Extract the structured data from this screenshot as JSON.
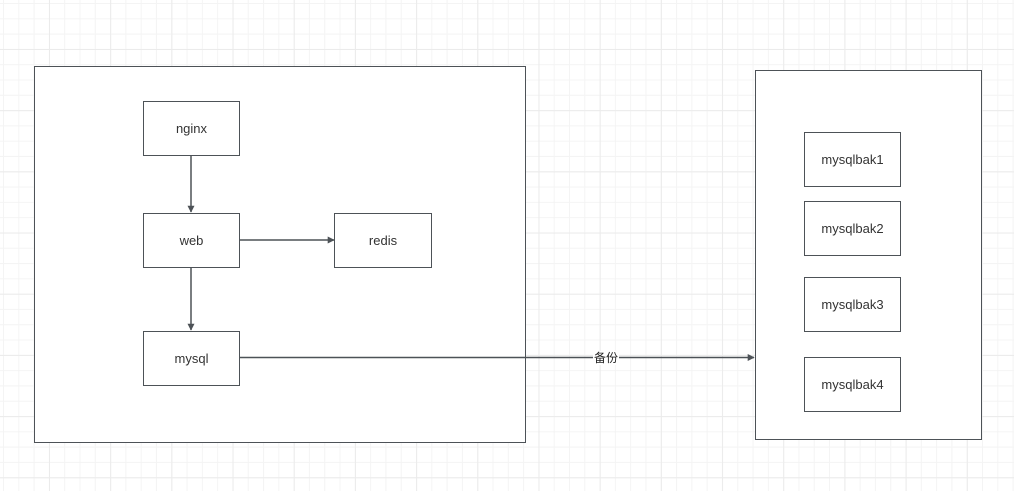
{
  "diagram": {
    "stroke_color": "#4d5257",
    "groups": [
      {
        "id": "app-host",
        "label": ""
      },
      {
        "id": "backup-host",
        "label": ""
      }
    ],
    "nodes": [
      {
        "id": "nginx",
        "label": "nginx",
        "group": "app-host"
      },
      {
        "id": "web",
        "label": "web",
        "group": "app-host"
      },
      {
        "id": "redis",
        "label": "redis",
        "group": "app-host"
      },
      {
        "id": "mysql",
        "label": "mysql",
        "group": "app-host"
      },
      {
        "id": "mysqlbak1",
        "label": "mysqlbak1",
        "group": "backup-host"
      },
      {
        "id": "mysqlbak2",
        "label": "mysqlbak2",
        "group": "backup-host"
      },
      {
        "id": "mysqlbak3",
        "label": "mysqlbak3",
        "group": "backup-host"
      },
      {
        "id": "mysqlbak4",
        "label": "mysqlbak4",
        "group": "backup-host"
      }
    ],
    "edges": [
      {
        "from": "nginx",
        "to": "web",
        "label": ""
      },
      {
        "from": "web",
        "to": "redis",
        "label": ""
      },
      {
        "from": "web",
        "to": "mysql",
        "label": ""
      },
      {
        "from": "mysql",
        "to": "backup-host",
        "label": "备份"
      }
    ]
  }
}
